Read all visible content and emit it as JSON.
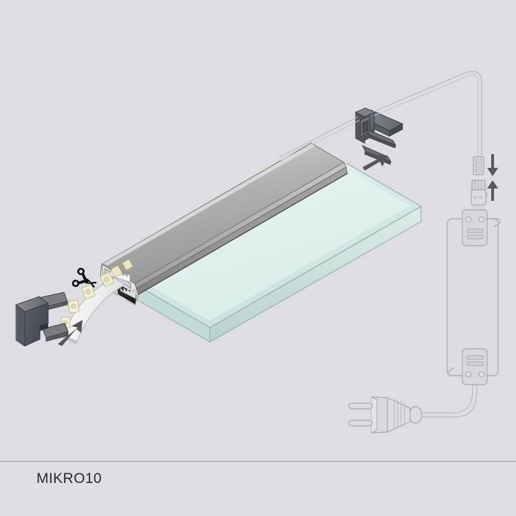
{
  "page": {
    "background_color": "#dddde2",
    "caption": "MIKRO10",
    "caption_color": "#2b2b2e",
    "divider_color": "#9a9aa0"
  },
  "illustration": {
    "title": "MIKRO10 recessed LED glass shelf profile assembly diagram",
    "type": "isometric-exploded-technical-drawing",
    "palette": {
      "profile_top": "#9a9a98",
      "profile_top_light": "#d4d4d2",
      "profile_front": "#8c8c8a",
      "profile_edge": "#6f6f6d",
      "heatsink_dark": "#2e2e30",
      "heatsink_light": "#e8e8e6",
      "glass_face": "#d6eae7",
      "glass_edge": "#b4cfcb",
      "glass_outline": "#8ba8a4",
      "endcap_dark": "#4a4e52",
      "endcap_mid": "#6b6f73",
      "endcap_light": "#8d9196",
      "led_strip": "#f2f2f0",
      "led_chip": "#f0ead0",
      "led_chip_edge": "#c8bd92",
      "arrow": "#58585c",
      "scissors": "#121214",
      "line_art": "#a8a8ae",
      "line_art_dark": "#8e8e95",
      "cable": "#c9c9cd"
    },
    "parts": [
      {
        "name": "aluminium-profile",
        "label": "Aluminium LED profile with finned heat sink",
        "note": "Extruded channel, cut end visible at lower-left showing internal cooling fins"
      },
      {
        "name": "glass-shelf",
        "label": "Tinted glass shelf panel",
        "note": "Translucent mint-green panel inserted into the profile groove"
      },
      {
        "name": "led-strip",
        "label": "Flexible LED strip",
        "note": "Cuttable strip shown partially withdrawn from the channel"
      },
      {
        "name": "end-cap-left",
        "label": "End cap (plain)",
        "note": "Dark grey closed end cap, pushed on in direction of arrow"
      },
      {
        "name": "end-cap-right",
        "label": "End cap with cable outlet",
        "note": "Dark grey end cap with feed cable, pushed on in direction of arrow"
      },
      {
        "name": "connector-pair",
        "label": "Quick plug connector",
        "note": "Male/female inline connector joined in direction of double arrow"
      },
      {
        "name": "led-driver",
        "label": "LED driver / power supply",
        "note": "Outline-drawn constant voltage driver with mounting plates and vent slots"
      },
      {
        "name": "mains-plug",
        "label": "Mains plug (Europlug, 2-pin)",
        "note": "Outline-drawn two pin mains plug on flex lead"
      }
    ],
    "indicators": [
      {
        "name": "scissors-icon",
        "meaning": "LED strip may be cut to length here"
      },
      {
        "name": "arrow-endcap-left",
        "meaning": "Push left end cap onto the profile",
        "direction": "up-right"
      },
      {
        "name": "arrow-endcap-right",
        "meaning": "Push right end cap onto the profile",
        "direction": "down-left"
      },
      {
        "name": "arrow-connector-double",
        "meaning": "Join / separate the plug connector",
        "direction": "up-and-down"
      }
    ]
  }
}
